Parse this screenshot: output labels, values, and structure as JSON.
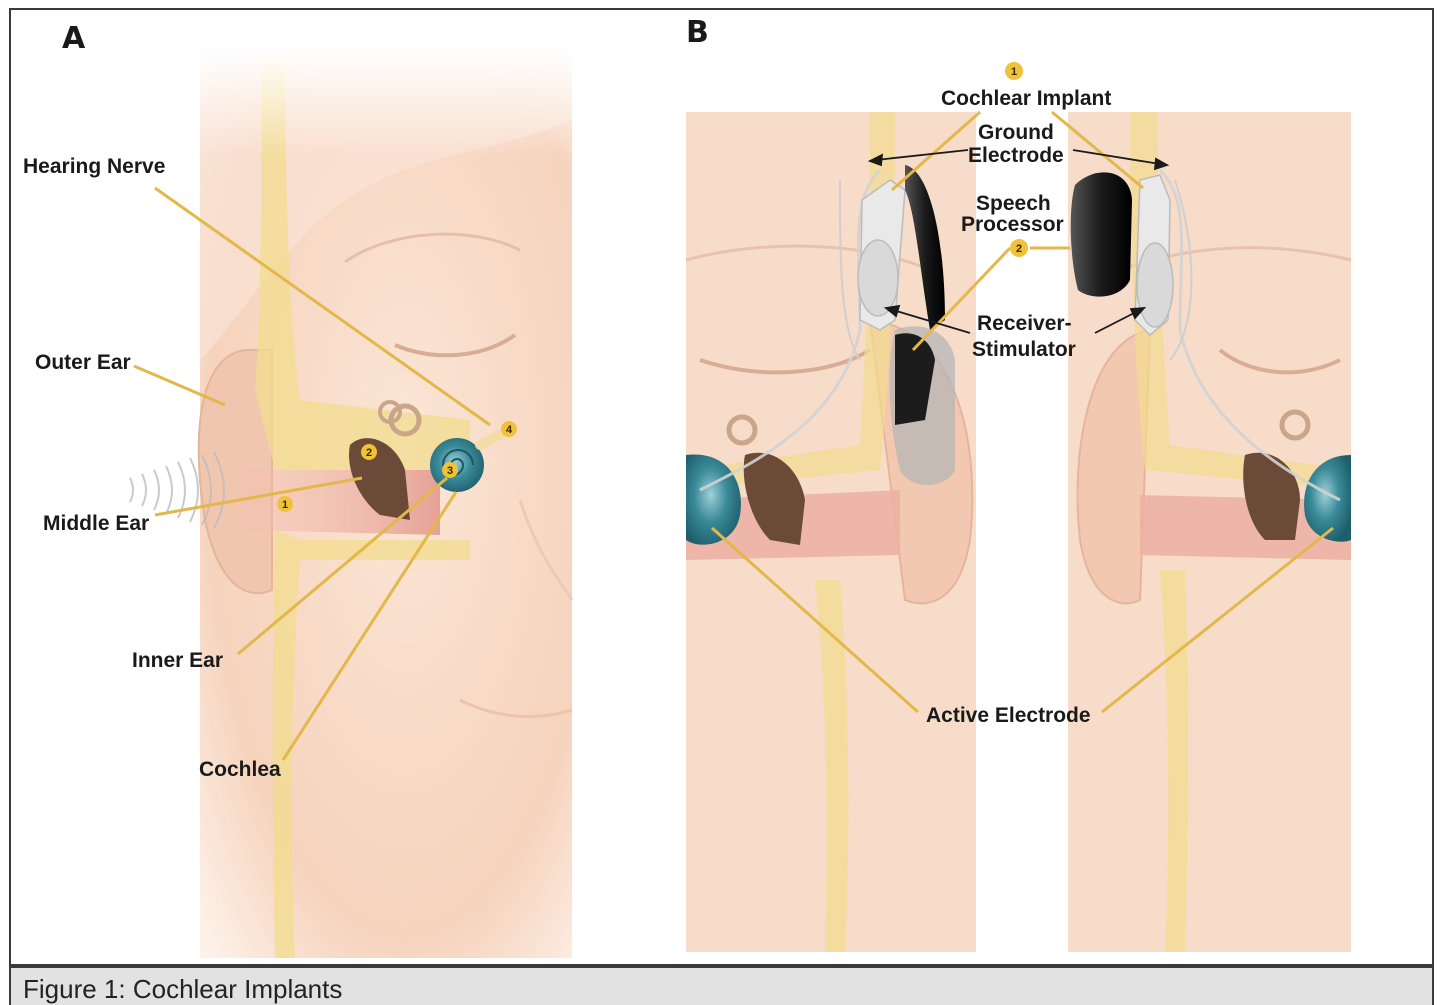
{
  "figure": {
    "caption": "Figure 1:  Cochlear Implants",
    "colors": {
      "leader": "#e2b84a",
      "badge": "#f0c23a",
      "skin": "#f7d9c4",
      "cochlea": "#3a8a99",
      "frame": "#3a3a3a",
      "caption_bg": "#e2e2e2"
    }
  },
  "panel_a": {
    "letter": "A",
    "labels": {
      "hearing_nerve": "Hearing Nerve",
      "outer_ear": "Outer Ear",
      "middle_ear": "Middle Ear",
      "inner_ear": "Inner Ear",
      "cochlea": "Cochlea"
    },
    "badges": [
      "1",
      "2",
      "3",
      "4"
    ]
  },
  "panel_b": {
    "letter": "B",
    "labels": {
      "cochlear_implant": "Cochlear Implant",
      "ground_electrode_1": "Ground",
      "ground_electrode_2": "Electrode",
      "speech_processor_1": "Speech",
      "speech_processor_2": "Processor",
      "receiver_stimulator_1": "Receiver-",
      "receiver_stimulator_2": "Stimulator",
      "active_electrode": "Active Electrode"
    },
    "badges": [
      "1",
      "2"
    ]
  }
}
